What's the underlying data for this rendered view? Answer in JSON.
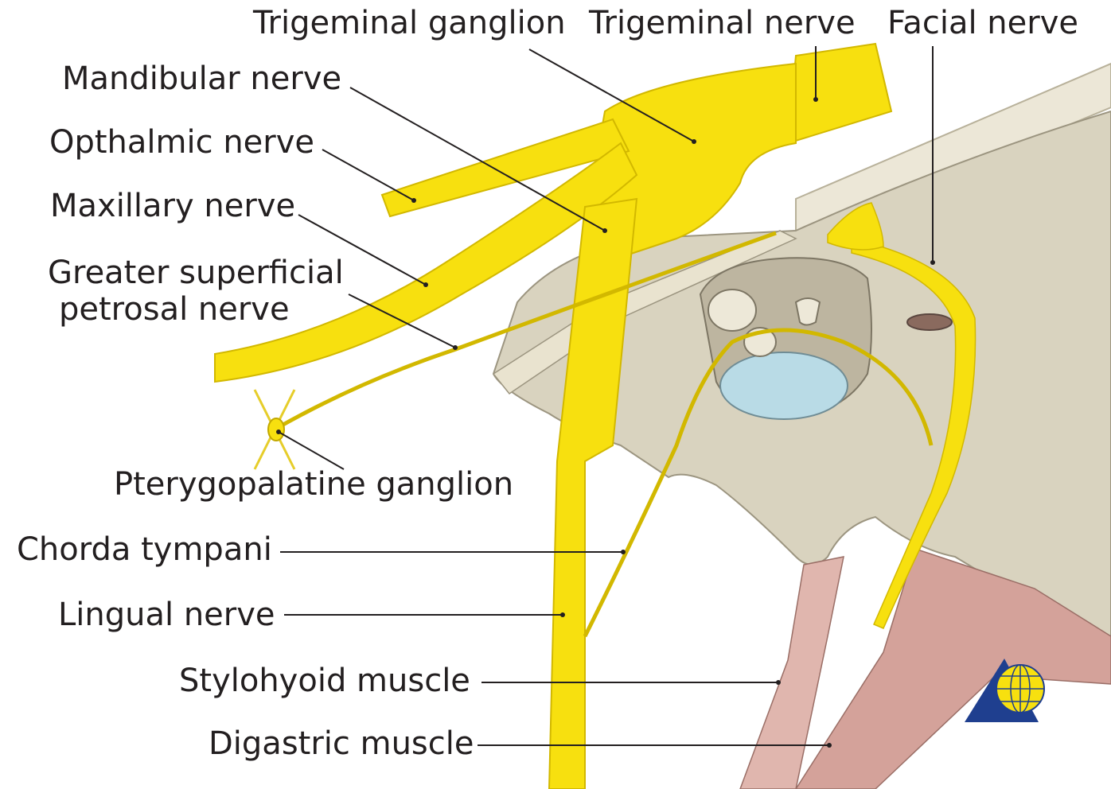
{
  "labels": {
    "trigeminal_ganglion": "Trigeminal ganglion",
    "trigeminal_nerve": "Trigeminal nerve",
    "facial_nerve": "Facial nerve",
    "mandibular_nerve": "Mandibular nerve",
    "opthalmic_nerve": "Opthalmic nerve",
    "maxillary_nerve": "Maxillary nerve",
    "greater_superficial_line1": "Greater superficial",
    "greater_superficial_line2": "petrosal nerve",
    "pterygopalatine_ganglion": "Pterygopalatine ganglion",
    "chorda_tympani": "Chorda tympani",
    "lingual_nerve": "Lingual nerve",
    "stylohyoid_muscle": "Stylohyoid muscle",
    "digastric_muscle": "Digastric muscle"
  },
  "colors": {
    "nerve": "#f7e00f",
    "nerve_light": "#fbee7a",
    "bone": "#d9d3bf",
    "bone_dark": "#c9c1a8",
    "cartilage": "#ece7d7",
    "muscle": "#d4a29a",
    "tympanic": "#b9dbe6",
    "leader": "#231f20",
    "logo_blue": "#1f3f8f"
  },
  "logo": "publisher-logo-triangle-globe"
}
